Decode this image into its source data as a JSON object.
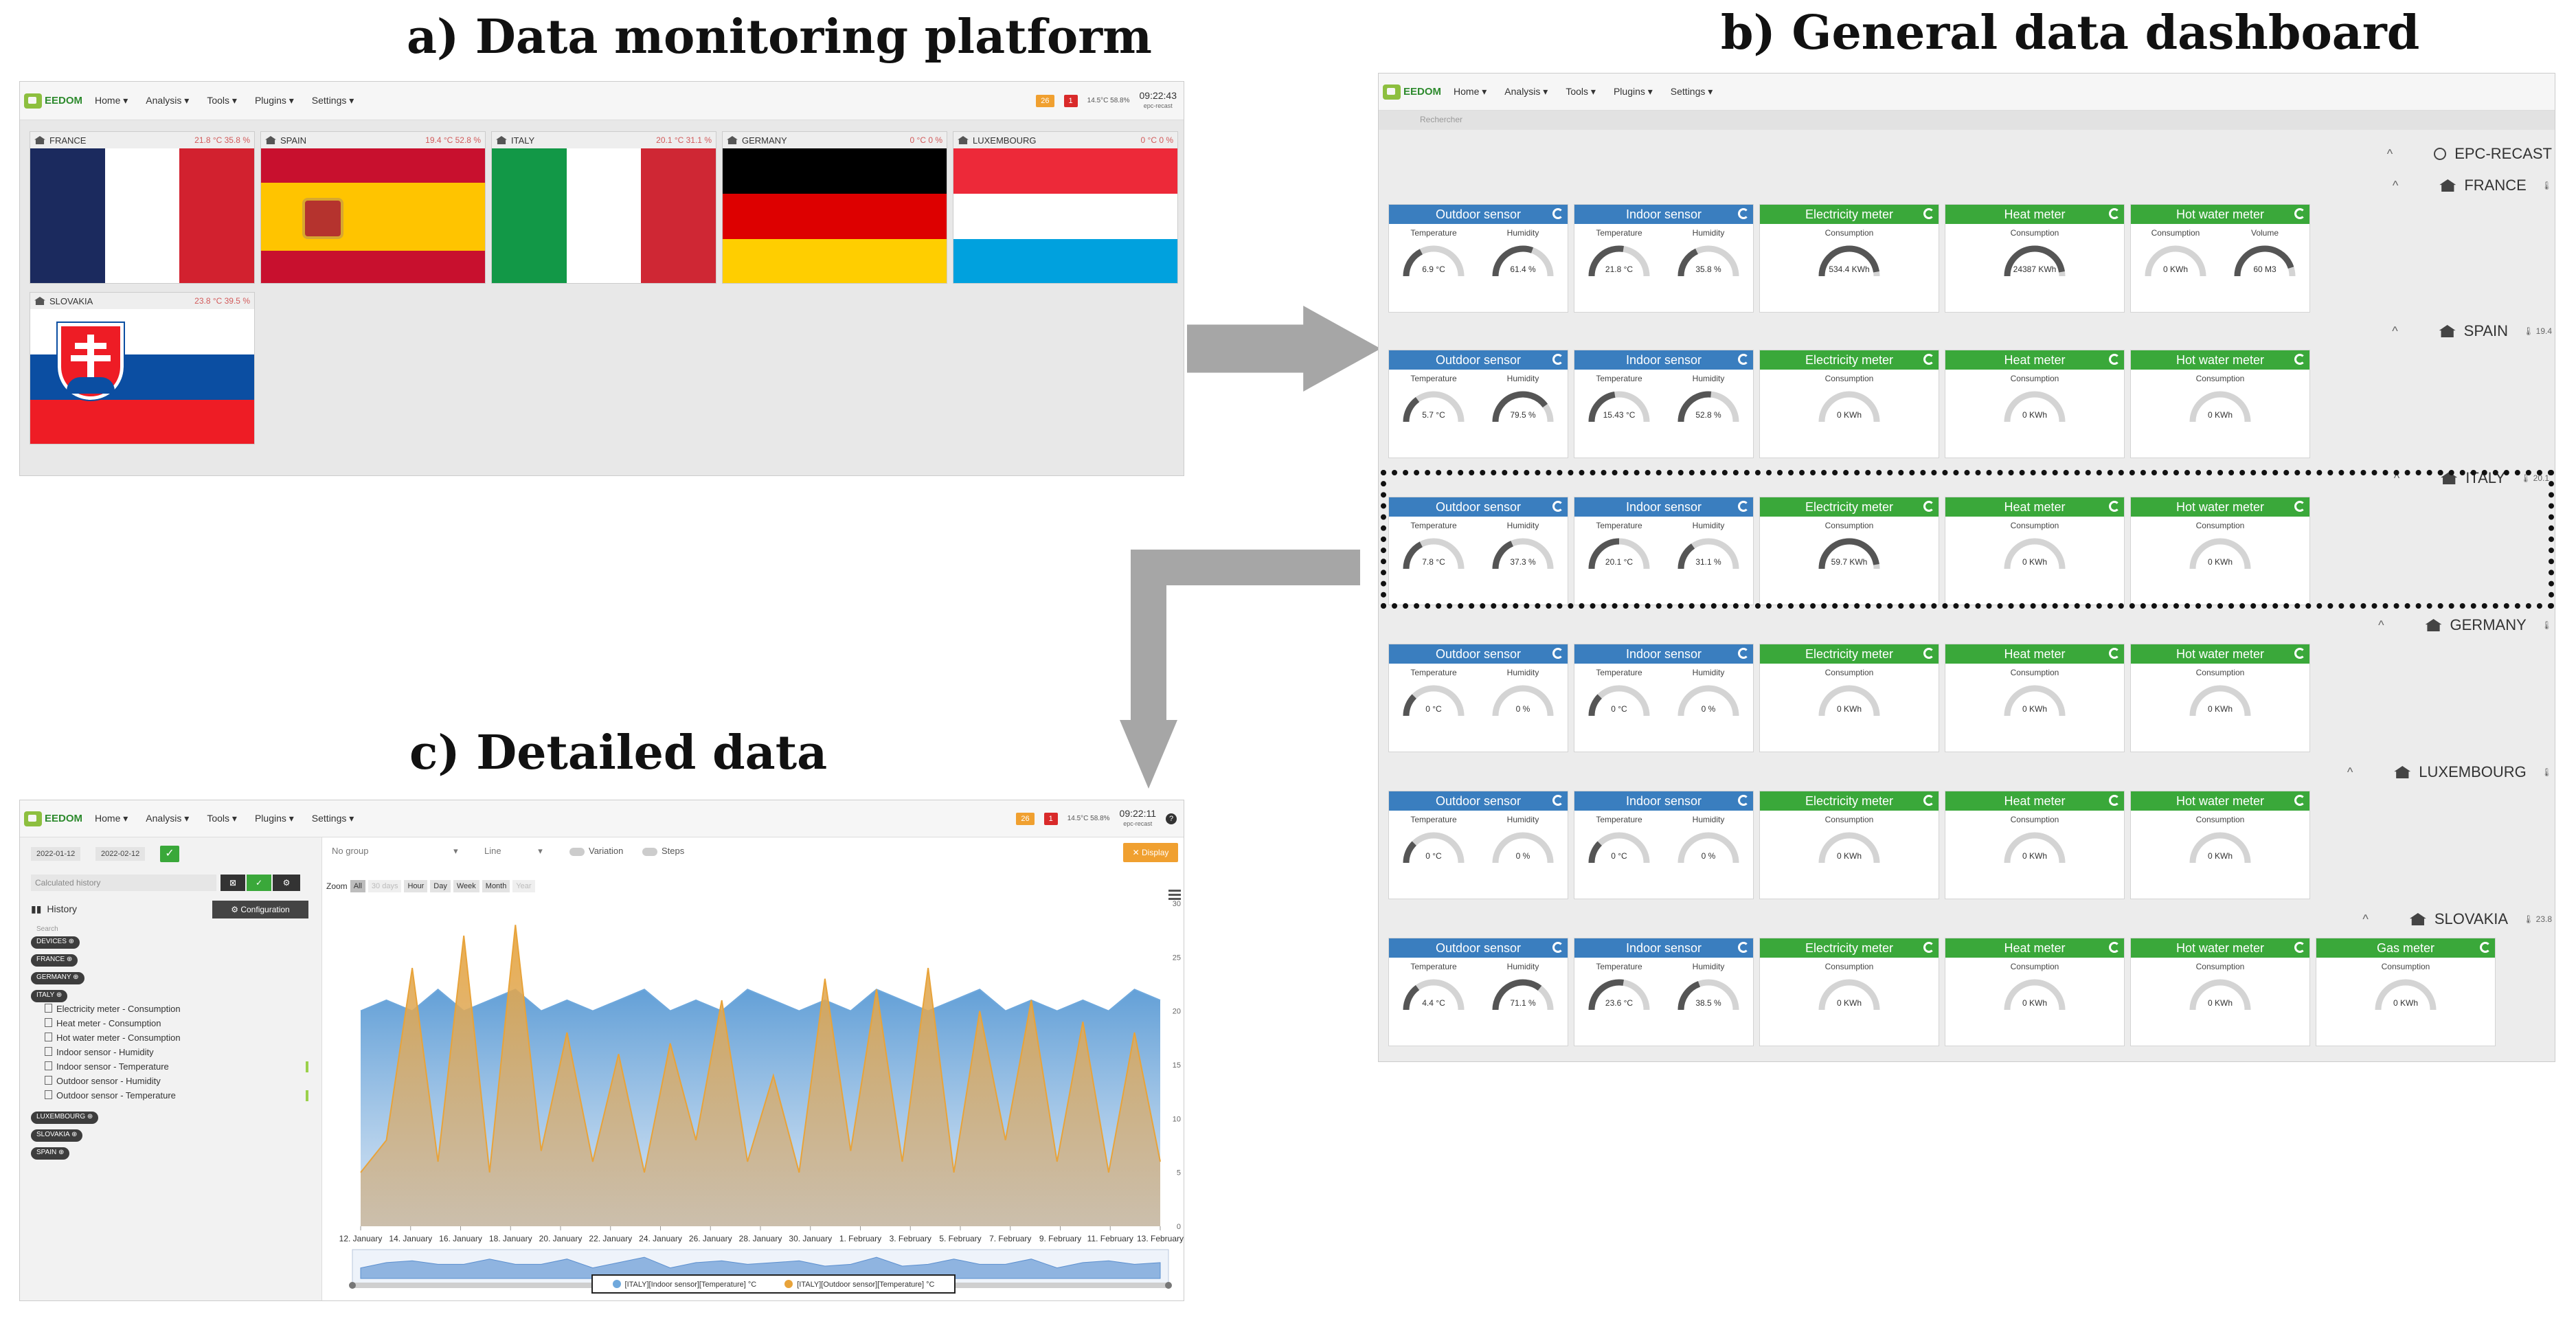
{
  "titles": {
    "a": "a) Data monitoring platform",
    "b": "b) General data dashboard",
    "c": "c) Detailed data"
  },
  "navbar": {
    "logo": "EEDOM",
    "menu": [
      "Home ▾",
      "Analysis ▾",
      "Tools ▾",
      "Plugins ▾",
      "Settings ▾"
    ],
    "badge_orange": "26",
    "badge_red": "1",
    "weather": "14.5°C 58.8%",
    "clock_a": "09:22:43",
    "clock_c": "09:22:11",
    "clock_sub": "epc-recast"
  },
  "panel_a": {
    "tiles": [
      {
        "name": "FRANCE",
        "values": "21.8 °C  35.8 %"
      },
      {
        "name": "SPAIN",
        "values": "19.4 °C  52.8 %"
      },
      {
        "name": "ITALY",
        "values": "20.1 °C  31.1 %"
      },
      {
        "name": "GERMANY",
        "values": "0 °C  0 %"
      },
      {
        "name": "LUXEMBOURG",
        "values": "0 °C  0 %"
      },
      {
        "name": "SLOVAKIA",
        "values": "23.8 °C  39.5 %"
      }
    ],
    "colors": {
      "france": [
        "#1b2a5e",
        "#ffffff",
        "#d2212f"
      ],
      "spain": [
        "#c8102e",
        "#ffc400",
        "#c8102e"
      ],
      "italy": [
        "#129847",
        "#ffffff",
        "#cf2734"
      ],
      "germany": [
        "#000000",
        "#dd0000",
        "#ffce00"
      ],
      "luxembourg": [
        "#ed2939",
        "#ffffff",
        "#00a1de"
      ],
      "slovakia": [
        "#ffffff",
        "#0b4ea2",
        "#ee1c25"
      ]
    }
  },
  "panel_b": {
    "search_placeholder": "Rechercher",
    "root_label": "EPC-RECAST",
    "rows": [
      {
        "country": "FRANCE",
        "temp": "",
        "widgets": [
          {
            "title": "Outdoor sensor",
            "color": "blue",
            "gauges": [
              {
                "label": "Temperature",
                "value": "6.9 °C",
                "level": 0.35
              },
              {
                "label": "Humidity",
                "value": "61.4 %",
                "level": 0.61
              }
            ]
          },
          {
            "title": "Indoor sensor",
            "color": "blue",
            "gauges": [
              {
                "label": "Temperature",
                "value": "21.8 °C",
                "level": 0.55
              },
              {
                "label": "Humidity",
                "value": "35.8 %",
                "level": 0.36
              }
            ]
          },
          {
            "title": "Electricity meter",
            "color": "green",
            "gauges": [
              {
                "label": "Consumption",
                "value": "534.4 KWh",
                "level": 0.95
              }
            ]
          },
          {
            "title": "Heat meter",
            "color": "green",
            "gauges": [
              {
                "label": "Consumption",
                "value": "24387 KWh",
                "level": 0.95
              }
            ]
          },
          {
            "title": "Hot water meter",
            "color": "green",
            "gauges": [
              {
                "label": "Consumption",
                "value": "0 KWh",
                "level": 0
              },
              {
                "label": "Volume",
                "value": "60 M3",
                "level": 0.9
              }
            ]
          }
        ]
      },
      {
        "country": "SPAIN",
        "temp": "19.4",
        "widgets": [
          {
            "title": "Outdoor sensor",
            "color": "blue",
            "gauges": [
              {
                "label": "Temperature",
                "value": "5.7 °C",
                "level": 0.3
              },
              {
                "label": "Humidity",
                "value": "79.5 %",
                "level": 0.8
              }
            ]
          },
          {
            "title": "Indoor sensor",
            "color": "blue",
            "gauges": [
              {
                "label": "Temperature",
                "value": "15.43 °C",
                "level": 0.45
              },
              {
                "label": "Humidity",
                "value": "52.8 %",
                "level": 0.53
              }
            ]
          },
          {
            "title": "Electricity meter",
            "color": "green",
            "gauges": [
              {
                "label": "Consumption",
                "value": "0 KWh",
                "level": 0
              }
            ]
          },
          {
            "title": "Heat meter",
            "color": "green",
            "gauges": [
              {
                "label": "Consumption",
                "value": "0 KWh",
                "level": 0
              }
            ]
          },
          {
            "title": "Hot water meter",
            "color": "green",
            "gauges": [
              {
                "label": "Consumption",
                "value": "0 KWh",
                "level": 0
              }
            ]
          }
        ]
      },
      {
        "country": "ITALY",
        "temp": "20.1",
        "widgets": [
          {
            "title": "Outdoor sensor",
            "color": "blue",
            "gauges": [
              {
                "label": "Temperature",
                "value": "7.8 °C",
                "level": 0.35
              },
              {
                "label": "Humidity",
                "value": "37.3 %",
                "level": 0.37
              }
            ]
          },
          {
            "title": "Indoor sensor",
            "color": "blue",
            "gauges": [
              {
                "label": "Temperature",
                "value": "20.1 °C",
                "level": 0.5
              },
              {
                "label": "Humidity",
                "value": "31.1 %",
                "level": 0.31
              }
            ]
          },
          {
            "title": "Electricity meter",
            "color": "green",
            "gauges": [
              {
                "label": "Consumption",
                "value": "59.7 KWh",
                "level": 0.95
              }
            ]
          },
          {
            "title": "Heat meter",
            "color": "green",
            "gauges": [
              {
                "label": "Consumption",
                "value": "0 KWh",
                "level": 0
              }
            ]
          },
          {
            "title": "Hot water meter",
            "color": "green",
            "gauges": [
              {
                "label": "Consumption",
                "value": "0 KWh",
                "level": 0
              }
            ]
          }
        ]
      },
      {
        "country": "GERMANY",
        "temp": "",
        "widgets": [
          {
            "title": "Outdoor sensor",
            "color": "blue",
            "gauges": [
              {
                "label": "Temperature",
                "value": "0 °C",
                "level": 0.25
              },
              {
                "label": "Humidity",
                "value": "0 %",
                "level": 0
              }
            ]
          },
          {
            "title": "Indoor sensor",
            "color": "blue",
            "gauges": [
              {
                "label": "Temperature",
                "value": "0 °C",
                "level": 0.25
              },
              {
                "label": "Humidity",
                "value": "0 %",
                "level": 0
              }
            ]
          },
          {
            "title": "Electricity meter",
            "color": "green",
            "gauges": [
              {
                "label": "Consumption",
                "value": "0 KWh",
                "level": 0
              }
            ]
          },
          {
            "title": "Heat meter",
            "color": "green",
            "gauges": [
              {
                "label": "Consumption",
                "value": "0 KWh",
                "level": 0
              }
            ]
          },
          {
            "title": "Hot water meter",
            "color": "green",
            "gauges": [
              {
                "label": "Consumption",
                "value": "0 KWh",
                "level": 0
              }
            ]
          }
        ]
      },
      {
        "country": "LUXEMBOURG",
        "temp": "",
        "widgets": [
          {
            "title": "Outdoor sensor",
            "color": "blue",
            "gauges": [
              {
                "label": "Temperature",
                "value": "0 °C",
                "level": 0.25
              },
              {
                "label": "Humidity",
                "value": "0 %",
                "level": 0
              }
            ]
          },
          {
            "title": "Indoor sensor",
            "color": "blue",
            "gauges": [
              {
                "label": "Temperature",
                "value": "0 °C",
                "level": 0.25
              },
              {
                "label": "Humidity",
                "value": "0 %",
                "level": 0
              }
            ]
          },
          {
            "title": "Electricity meter",
            "color": "green",
            "gauges": [
              {
                "label": "Consumption",
                "value": "0 KWh",
                "level": 0
              }
            ]
          },
          {
            "title": "Heat meter",
            "color": "green",
            "gauges": [
              {
                "label": "Consumption",
                "value": "0 KWh",
                "level": 0
              }
            ]
          },
          {
            "title": "Hot water meter",
            "color": "green",
            "gauges": [
              {
                "label": "Consumption",
                "value": "0 KWh",
                "level": 0
              }
            ]
          }
        ]
      },
      {
        "country": "SLOVAKIA",
        "temp": "23.8",
        "widgets": [
          {
            "title": "Outdoor sensor",
            "color": "blue",
            "gauges": [
              {
                "label": "Temperature",
                "value": "4.4 °C",
                "level": 0.3
              },
              {
                "label": "Humidity",
                "value": "71.1 %",
                "level": 0.71
              }
            ]
          },
          {
            "title": "Indoor sensor",
            "color": "blue",
            "gauges": [
              {
                "label": "Temperature",
                "value": "23.6 °C",
                "level": 0.55
              },
              {
                "label": "Humidity",
                "value": "38.5 %",
                "level": 0.39
              }
            ]
          },
          {
            "title": "Electricity meter",
            "color": "green",
            "gauges": [
              {
                "label": "Consumption",
                "value": "0 KWh",
                "level": 0
              }
            ]
          },
          {
            "title": "Heat meter",
            "color": "green",
            "gauges": [
              {
                "label": "Consumption",
                "value": "0 KWh",
                "level": 0
              }
            ]
          },
          {
            "title": "Hot water meter",
            "color": "green",
            "gauges": [
              {
                "label": "Consumption",
                "value": "0 KWh",
                "level": 0
              }
            ]
          },
          {
            "title": "Gas meter",
            "color": "green",
            "gauges": [
              {
                "label": "Consumption",
                "value": "0 KWh",
                "level": 0
              }
            ]
          }
        ]
      }
    ]
  },
  "panel_c": {
    "date_from": "2022-01-12",
    "date_to": "2022-02-12",
    "calc_placeholder": "Calculated history",
    "history_label": "History",
    "config_label": "Configuration",
    "search_placeholder": "Search",
    "groups_before": [
      "DEVICES",
      "FRANCE",
      "GERMANY",
      "ITALY"
    ],
    "italy_items": [
      "Electricity meter - Consumption",
      "Heat meter - Consumption",
      "Hot water meter - Consumption",
      "Indoor sensor - Humidity",
      "Indoor sensor - Temperature",
      "Outdoor sensor - Humidity",
      "Outdoor sensor - Temperature"
    ],
    "groups_after": [
      "LUXEMBOURG",
      "SLOVAKIA",
      "SPAIN"
    ],
    "toolbar": {
      "group": "No group",
      "line": "Line",
      "variation": "Variation",
      "steps": "Steps",
      "display": "Display"
    },
    "zoom": {
      "label": "Zoom",
      "buttons": [
        "All",
        "30 days",
        "Hour",
        "Day",
        "Week",
        "Month",
        "Year"
      ]
    },
    "legend": [
      "[ITALY][Indoor sensor][Temperature] °C",
      "[ITALY][Outdoor sensor][Temperature] °C"
    ]
  },
  "chart_data": {
    "type": "area",
    "x_tick_labels": [
      "12. January",
      "14. January",
      "16. January",
      "18. January",
      "20. January",
      "22. January",
      "24. January",
      "26. January",
      "28. January",
      "30. January",
      "1. February",
      "3. February",
      "5. February",
      "7. February",
      "9. February",
      "11. February",
      "13. February"
    ],
    "y_tick_labels": [
      "0",
      "5",
      "10",
      "15",
      "20",
      "25",
      "30"
    ],
    "ylim": [
      0,
      30
    ],
    "series": [
      {
        "name": "[ITALY][Indoor sensor][Temperature] °C",
        "color": "#6fa8dc",
        "values": [
          20,
          21,
          20,
          22,
          20,
          21,
          22,
          20,
          21,
          20,
          21,
          22,
          20,
          21,
          20,
          22,
          21,
          20,
          21,
          20,
          22,
          21,
          20,
          21,
          22,
          20,
          21,
          20,
          21,
          20,
          22,
          21
        ]
      },
      {
        "name": "[ITALY][Outdoor sensor][Temperature] °C",
        "color": "#e8a33a",
        "values": [
          5,
          8,
          24,
          6,
          27,
          5,
          28,
          7,
          18,
          6,
          16,
          5,
          17,
          8,
          21,
          6,
          14,
          5,
          23,
          7,
          22,
          6,
          24,
          5,
          20,
          8,
          21,
          6,
          19,
          5,
          18,
          6
        ]
      }
    ]
  }
}
